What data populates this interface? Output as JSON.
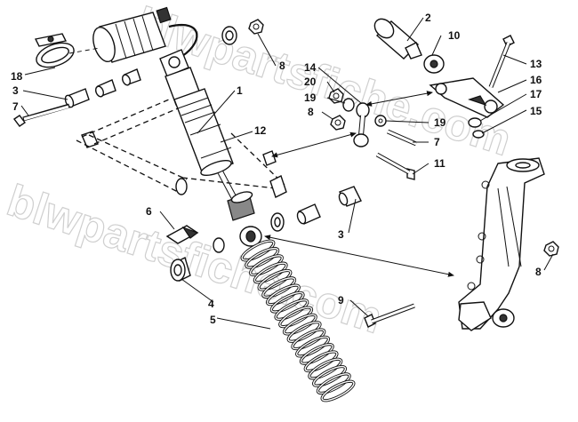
{
  "watermark": {
    "line1": "blwpartsfiche.com",
    "line2": "blwpartsfiche.com"
  },
  "callouts": [
    {
      "id": "18",
      "label": "18"
    },
    {
      "id": "3a",
      "label": "3"
    },
    {
      "id": "7a",
      "label": "7"
    },
    {
      "id": "8a",
      "label": "8"
    },
    {
      "id": "1",
      "label": "1"
    },
    {
      "id": "12",
      "label": "12"
    },
    {
      "id": "2",
      "label": "2"
    },
    {
      "id": "10",
      "label": "10"
    },
    {
      "id": "13",
      "label": "13"
    },
    {
      "id": "14",
      "label": "14"
    },
    {
      "id": "16",
      "label": "16"
    },
    {
      "id": "20",
      "label": "20"
    },
    {
      "id": "19a",
      "label": "19"
    },
    {
      "id": "17",
      "label": "17"
    },
    {
      "id": "8b",
      "label": "8"
    },
    {
      "id": "15",
      "label": "15"
    },
    {
      "id": "19b",
      "label": "19"
    },
    {
      "id": "7b",
      "label": "7"
    },
    {
      "id": "11",
      "label": "11"
    },
    {
      "id": "6",
      "label": "6"
    },
    {
      "id": "3b",
      "label": "3"
    },
    {
      "id": "8c",
      "label": "8"
    },
    {
      "id": "4",
      "label": "4"
    },
    {
      "id": "9",
      "label": "9"
    },
    {
      "id": "5",
      "label": "5"
    }
  ]
}
